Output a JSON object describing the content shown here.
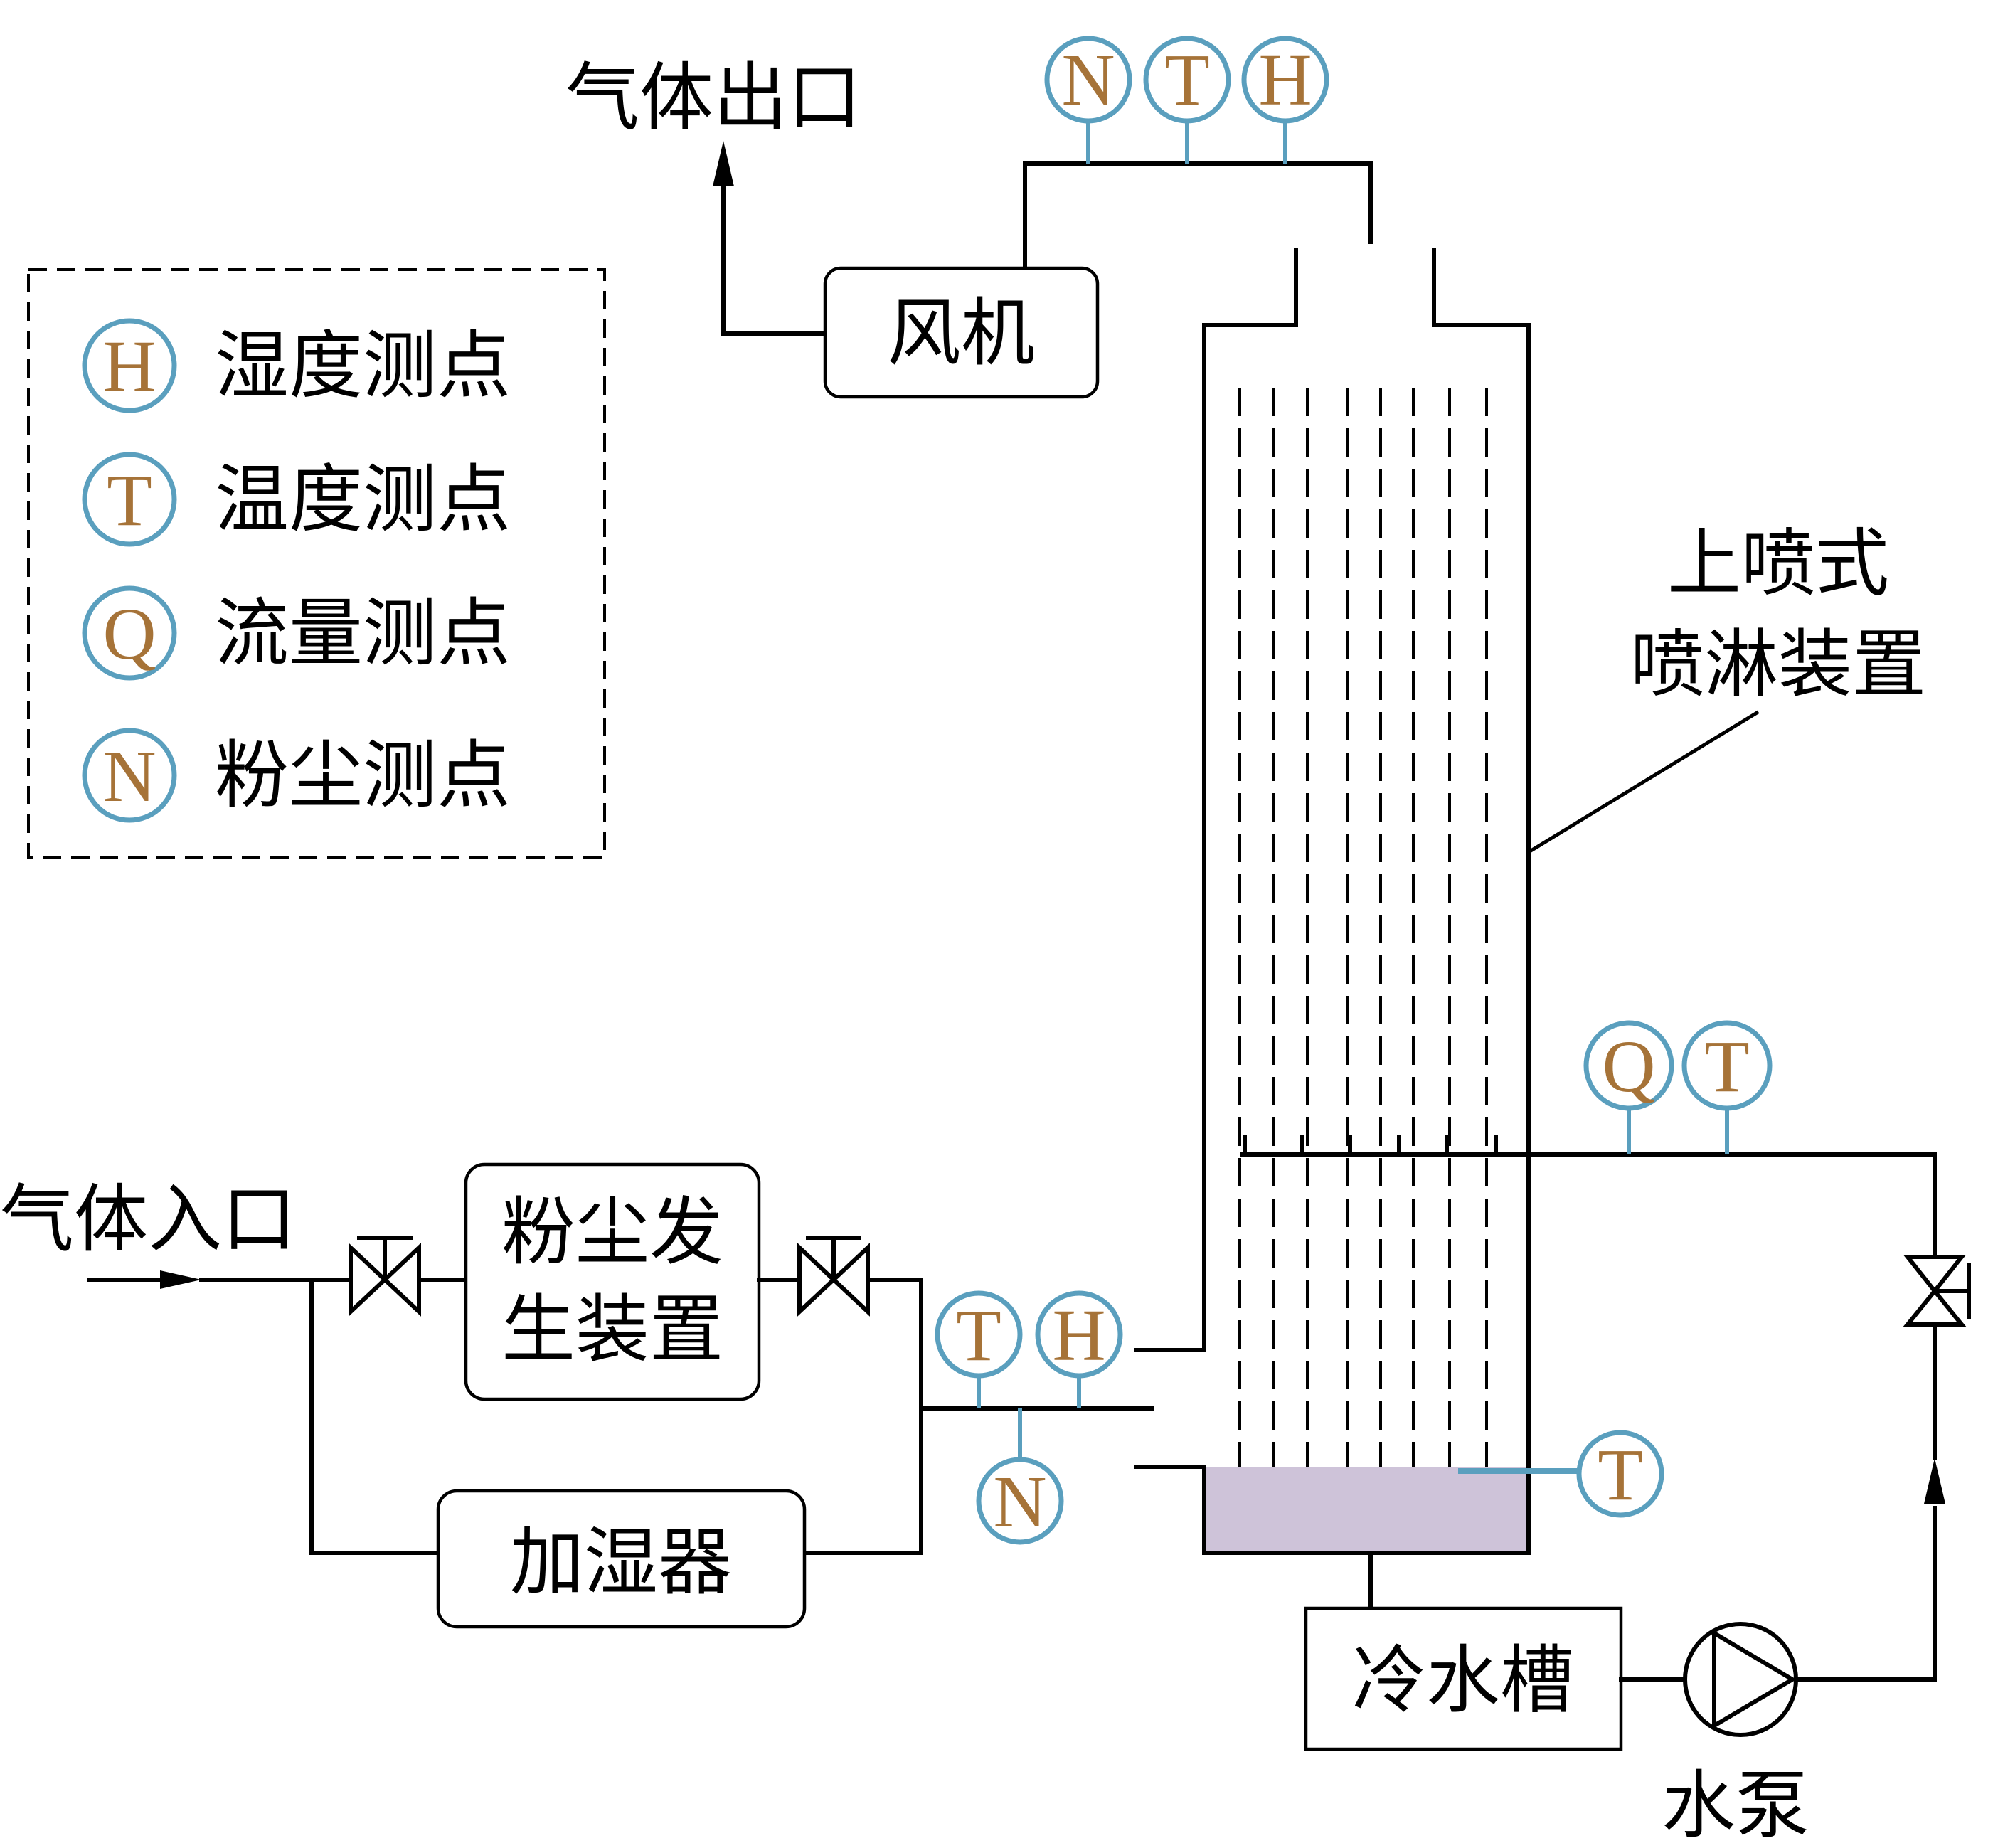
{
  "labels": {
    "gas_outlet": "气体出口",
    "gas_inlet": "气体入口",
    "fan": "风机",
    "dust_generator_line1": "粉尘发",
    "dust_generator_line2": "生装置",
    "humidifier": "加湿器",
    "spray_device_line1": "上喷式",
    "spray_device_line2": "喷淋装置",
    "cold_water_tank": "冷水槽",
    "water_pump": "水泵"
  },
  "legend": [
    {
      "letter": "H",
      "text": "湿度测点"
    },
    {
      "letter": "T",
      "text": "温度测点"
    },
    {
      "letter": "Q",
      "text": "流量测点"
    },
    {
      "letter": "N",
      "text": "粉尘测点"
    }
  ],
  "sensors": {
    "top_dust": "N",
    "top_temp": "T",
    "top_hum": "H",
    "inlet_temp": "T",
    "inlet_hum": "H",
    "inlet_dust": "N",
    "spray_flow": "Q",
    "spray_temp": "T",
    "tank_temp": "T"
  },
  "colors": {
    "sensor_ring": "#5a9fbe",
    "sensor_letter": "#a67338",
    "water": "#cec3d9",
    "line": "#000000"
  }
}
